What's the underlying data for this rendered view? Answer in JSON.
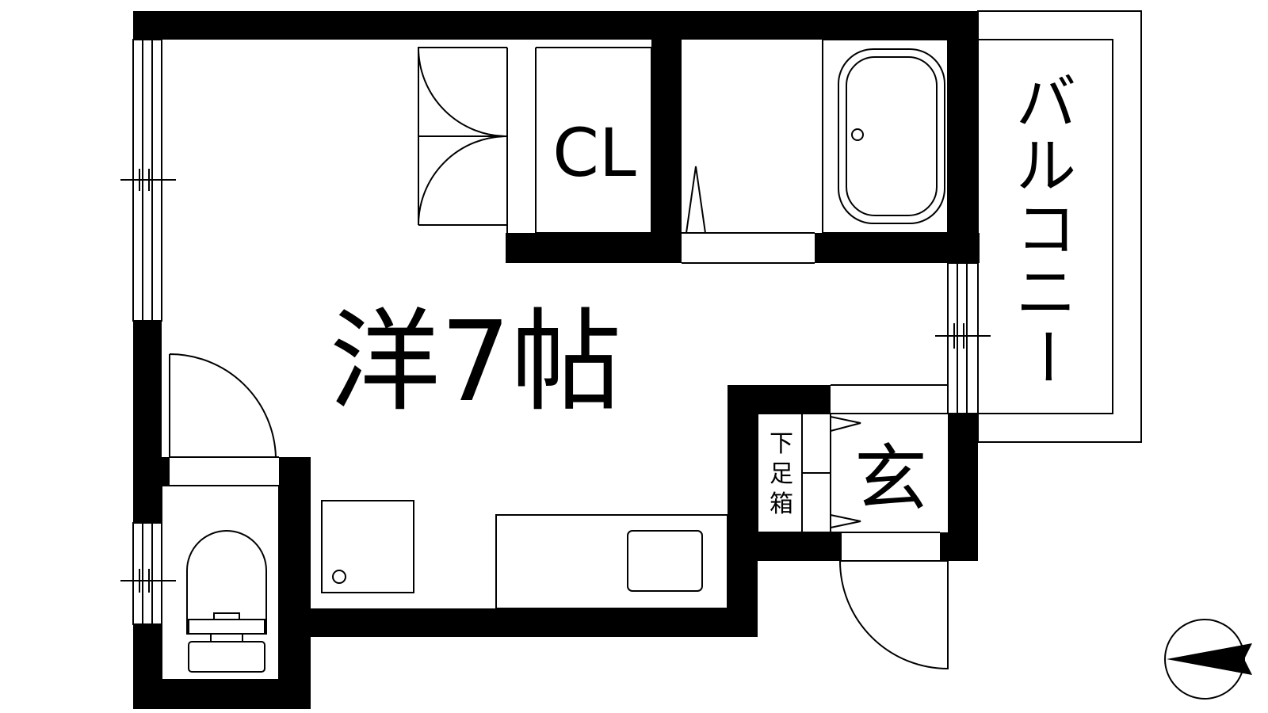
{
  "floorplan": {
    "rooms": {
      "main_room": "洋7帖",
      "closet": "CL",
      "entrance": "玄",
      "shoe_box": [
        "下",
        "足",
        "箱"
      ],
      "balcony": [
        "バ",
        "ル",
        "コ",
        "ニ",
        "ー"
      ]
    },
    "colors": {
      "wall": "#000000",
      "line": "#000000",
      "background": "#ffffff"
    },
    "compass": {
      "direction": "west"
    }
  }
}
